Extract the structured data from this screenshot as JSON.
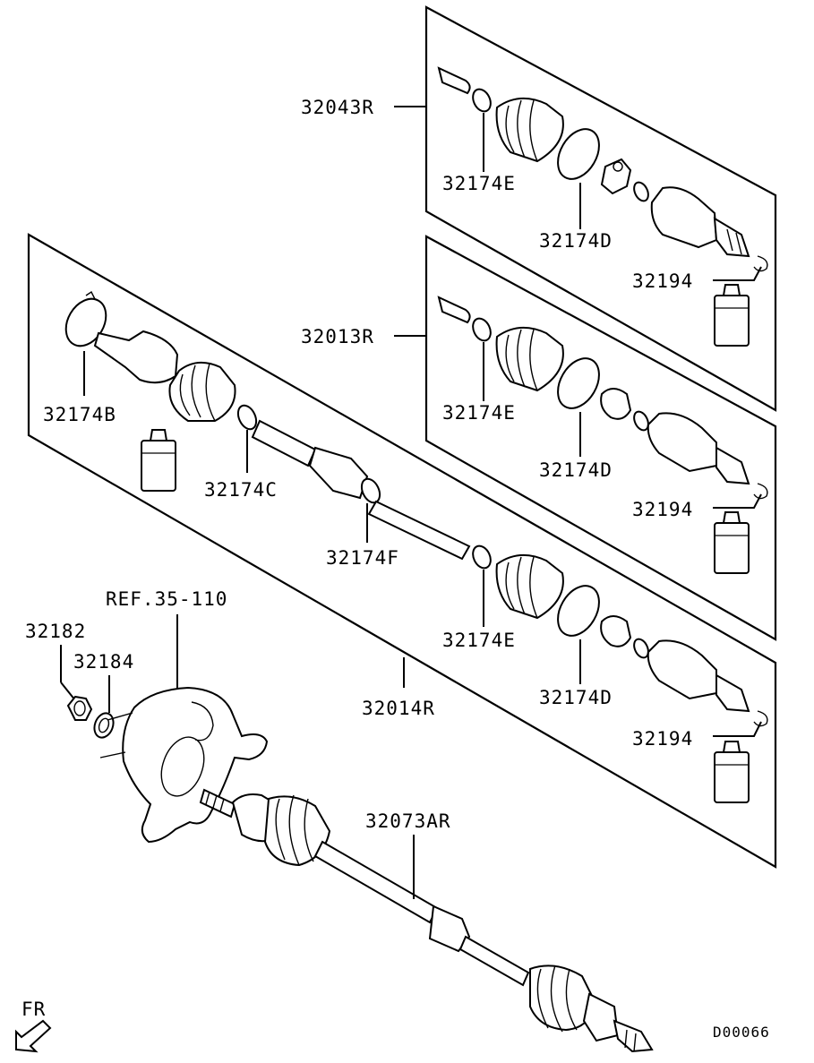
{
  "labels": {
    "p_32043R": "32043R",
    "p_32013R": "32013R",
    "p_32014R": "32014R",
    "p_32073AR": "32073AR",
    "p_32174E_a": "32174E",
    "p_32174D_a": "32174D",
    "p_32194_a": "32194",
    "p_32174E_b": "32174E",
    "p_32174D_b": "32174D",
    "p_32194_b": "32194",
    "p_32174B": "32174B",
    "p_32174C": "32174C",
    "p_32174F": "32174F",
    "p_32174E_c": "32174E",
    "p_32174D_c": "32174D",
    "p_32194_c": "32194",
    "ref": "REF.35-110",
    "p_32182": "32182",
    "p_32184": "32184",
    "direction": "FR",
    "drawing_id": "D00066"
  },
  "icons": {
    "arrow": "fr-arrow-icon",
    "grease": "grease-tube-icon"
  },
  "colors": {
    "line": "#000000",
    "background": "#ffffff"
  }
}
